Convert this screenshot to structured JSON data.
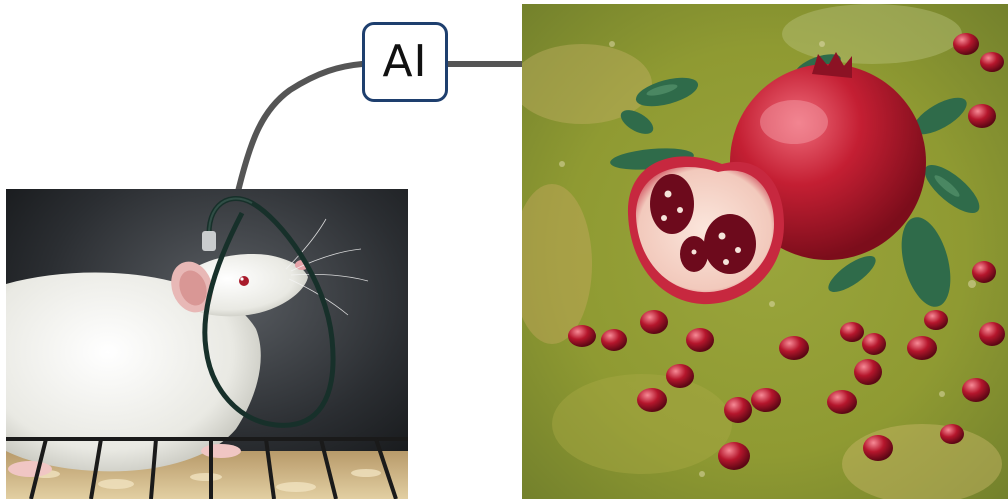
{
  "ai_node": {
    "label": "AI",
    "border_color": "#1e3f6e"
  },
  "connector": {
    "color": "#555555"
  },
  "images": {
    "input": {
      "icon": "lab-rat-with-fiber-optic-implant-photo"
    },
    "output": {
      "icon": "pomegranate-oil-painting"
    }
  }
}
